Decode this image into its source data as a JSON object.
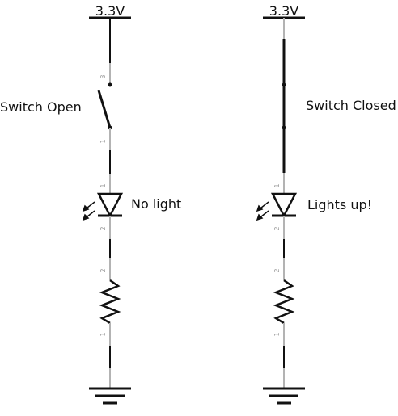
{
  "colors": {
    "wire": "#111111",
    "lead": "#b3b3b3",
    "pin_text": "#9a9a9a"
  },
  "left_circuit": {
    "supply_label": "3.3V",
    "switch_label": "Switch Open",
    "led_label": "No light",
    "switch_pins": [
      "3",
      "1"
    ],
    "led_pins": [
      "1",
      "2"
    ],
    "resistor_pins": [
      "2",
      "1"
    ]
  },
  "right_circuit": {
    "supply_label": "3.3V",
    "switch_label": "Switch Closed",
    "led_label": "Lights up!",
    "led_pins": [
      "1",
      "2"
    ],
    "resistor_pins": [
      "2",
      "1"
    ]
  }
}
